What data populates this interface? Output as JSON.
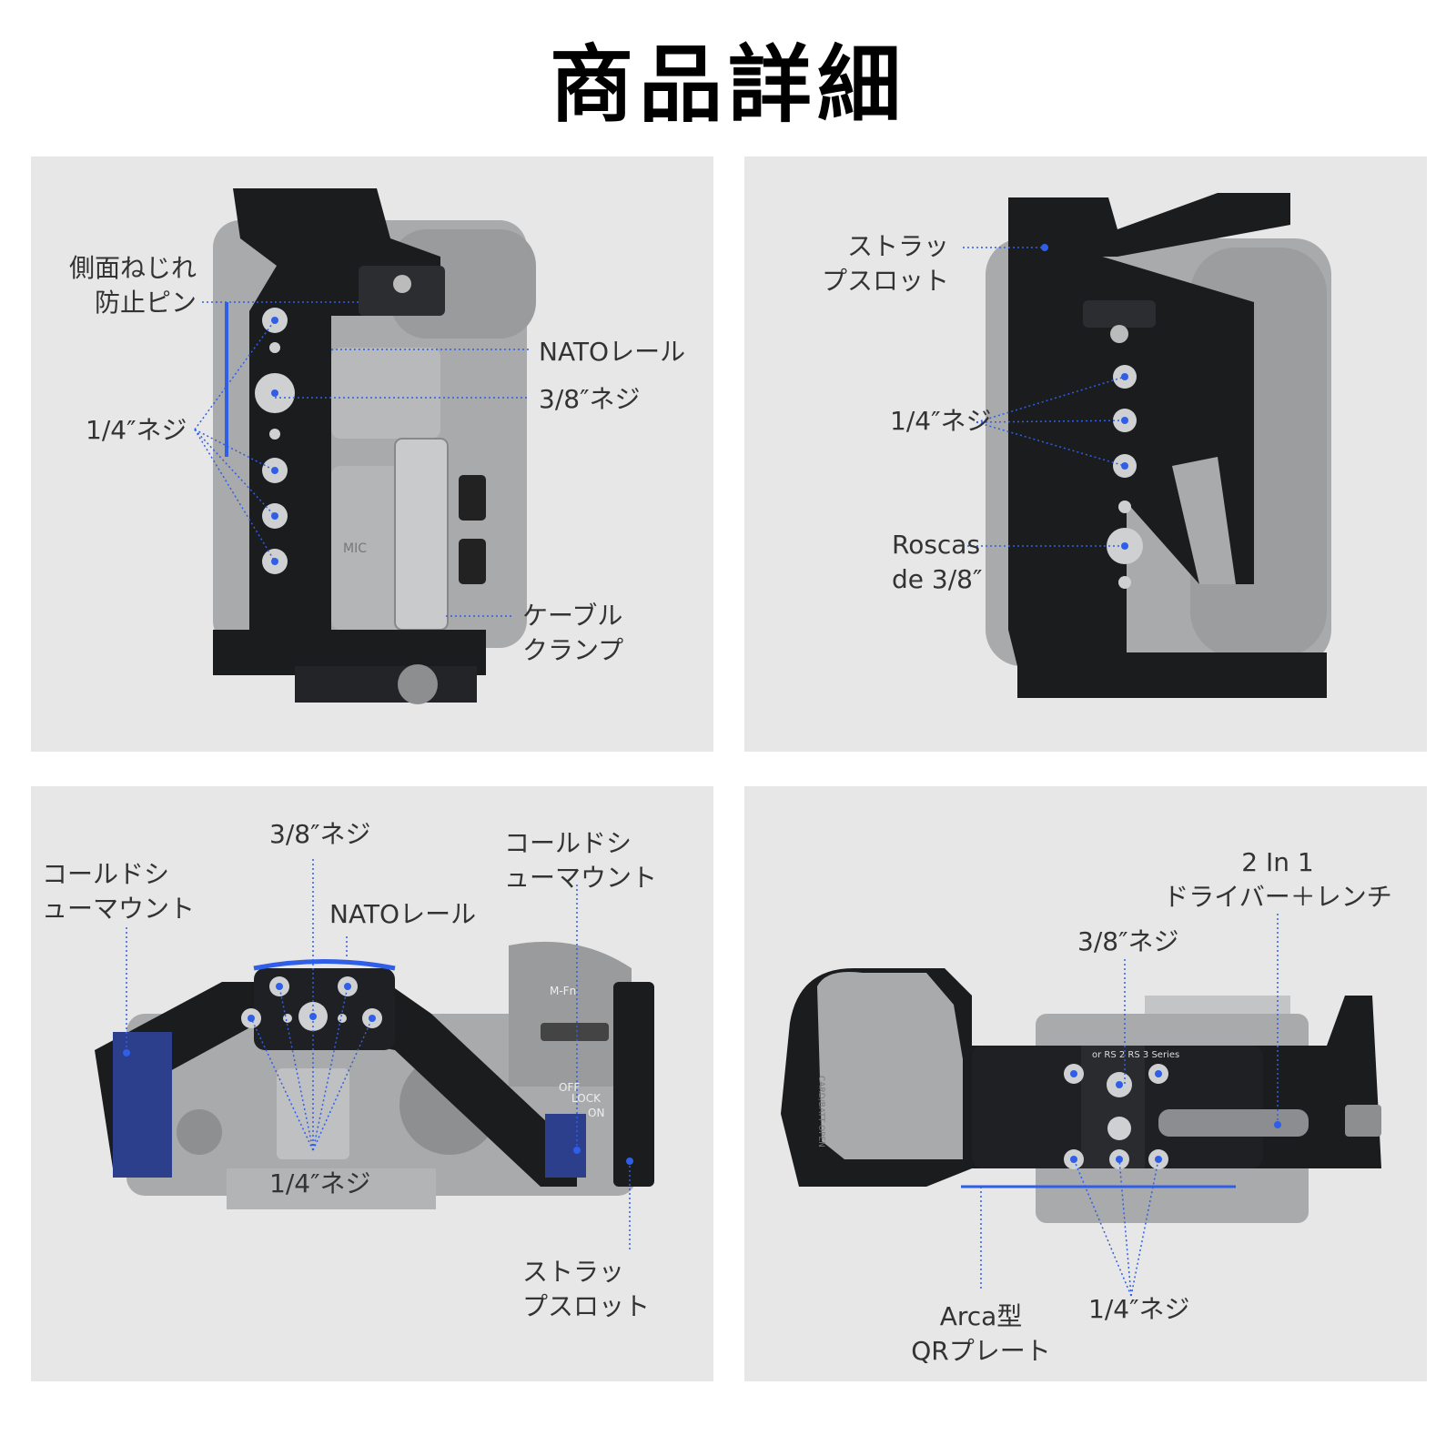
{
  "title": "商品詳細",
  "panels": {
    "p1": {
      "anti_twist_l1": "側面ねじれ",
      "anti_twist_l2": "防止ピン",
      "nato": "NATOレール",
      "thread_38": "3/8″ネジ",
      "thread_14": "1/4″ネジ",
      "clamp_l1": "ケーブル",
      "clamp_l2": "クランプ",
      "cam_mic": "MIC"
    },
    "p2": {
      "strap_l1": "ストラッ",
      "strap_l2": "プスロット",
      "thread_14": "1/4″ネジ",
      "roscas_l1": "Roscas",
      "roscas_l2": "de 3/8″"
    },
    "p3": {
      "cold_left_l1": "コールドシ",
      "cold_left_l2": "ューマウント",
      "thread_38": "3/8″ネジ",
      "nato": "NATOレール",
      "cold_right_l1": "コールドシ",
      "cold_right_l2": "ューマウント",
      "thread_14": "1/4″ネジ",
      "strap_l1": "ストラッ",
      "strap_l2": "プスロット",
      "cam_mfn": "M-Fn",
      "cam_off": "OFF",
      "cam_lock": "LOCK",
      "cam_on": "ON"
    },
    "p4": {
      "tool_l1": "2 In 1",
      "tool_l2": "ドライバー＋レンチ",
      "thread_38": "3/8″ネジ",
      "arca_l1": "Arca型",
      "arca_l2": "QRプレート",
      "thread_14": "1/4″ネジ",
      "plate_text": "or RS 2   RS 3 Series",
      "battery_text": "CARD/BATT OPEN"
    }
  },
  "colors": {
    "panel_bg": "#e7e7e8",
    "accent_blue": "#2f5ee8",
    "cage_black": "#1b1c1e",
    "camera_gray": "#a9aaac"
  }
}
